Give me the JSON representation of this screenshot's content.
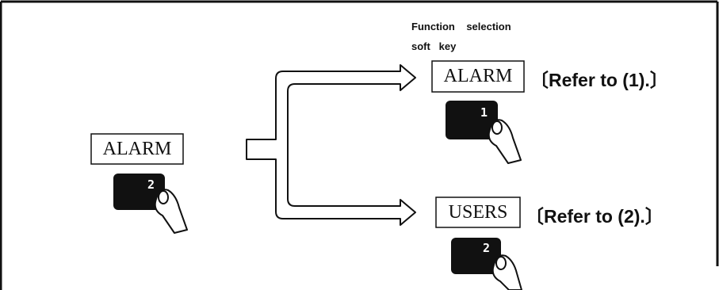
{
  "caption": {
    "line1": "Function    selection",
    "line2": "soft   key"
  },
  "source_key": {
    "label": "ALARM",
    "button_number": "2"
  },
  "targets": [
    {
      "label": "ALARM",
      "button_number": "1",
      "note": "〔Refer to (1).〕"
    },
    {
      "label": "USERS",
      "button_number": "2",
      "note": "〔Refer to (2).〕"
    }
  ],
  "colors": {
    "ink": "#111111",
    "button": "#111111",
    "paper": "#ffffff"
  },
  "icons": [
    "branch-arrow",
    "finger-press-icon"
  ]
}
